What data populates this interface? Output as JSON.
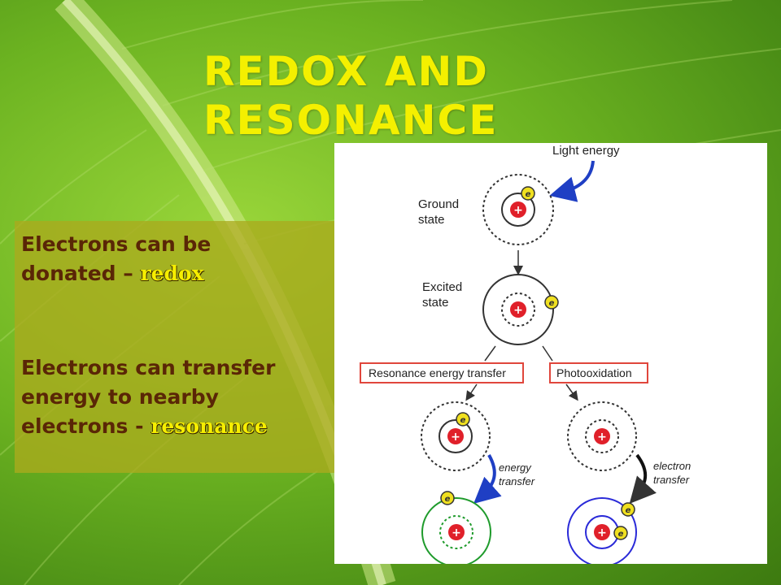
{
  "slide": {
    "title": "Redox and Resonance",
    "points": [
      {
        "text": "Electrons can be donated – ",
        "highlight": "redox"
      },
      {
        "text": "Electrons can transfer energy to nearby electrons - ",
        "highlight": "resonance"
      }
    ]
  },
  "diagram": {
    "light_energy": "Light energy",
    "ground_state": [
      "Ground",
      "state"
    ],
    "excited_state": [
      "Excited",
      "state"
    ],
    "resonance_box": "Resonance energy transfer",
    "photooxidation_box": "Photooxidation",
    "energy_transfer": [
      "energy",
      "transfer"
    ],
    "electron_transfer": [
      "electron",
      "transfer"
    ],
    "electron_symbol": "e",
    "proton_symbol": "+",
    "colors": {
      "title": "#f4f000",
      "body_text": "#5a2606",
      "highlight": "#f6ee00",
      "box_border": "#e0463c",
      "arrow_blue": "#1f3fc4",
      "acceptor_green": "#1f9b2c",
      "acceptor_blue": "#2a2ad8",
      "nucleus_red": "#e0202a",
      "electron_yellow": "#f0e020"
    }
  }
}
